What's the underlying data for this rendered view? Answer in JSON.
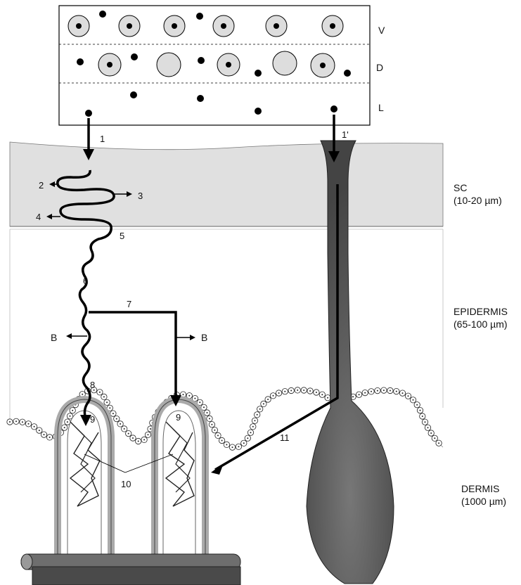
{
  "vehicle_layers": {
    "labels": [
      "V",
      "D",
      "L"
    ]
  },
  "skin_layers": {
    "sc": {
      "name": "SC",
      "thickness": "(10-20  µm)"
    },
    "epidermis": {
      "name": "EPIDERMIS",
      "thickness": "(65-100  µm)"
    },
    "dermis": {
      "name": "DERMIS",
      "thickness": "(1000  µm)"
    }
  },
  "pathway_numbers": [
    "1",
    "1'",
    "2",
    "3",
    "4",
    "5",
    "6",
    "7",
    "8",
    "9",
    "9",
    "10",
    "11"
  ],
  "binding_labels": [
    "B",
    "B"
  ],
  "colors": {
    "stratum_corneum": "#e0e0e0",
    "hair_follicle": "#555555",
    "capillary": "#cfcfcf",
    "vessel": "#777777",
    "arrow": "#000000"
  }
}
